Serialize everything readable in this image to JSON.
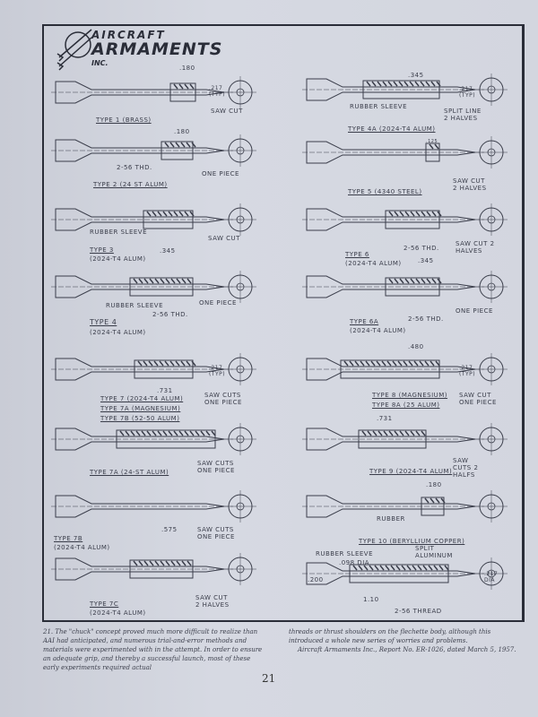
{
  "logo": {
    "line1": "AIRCRAFT",
    "line2": "ARMAMENTS",
    "line3": "INC."
  },
  "left": {
    "type1": {
      "label": "TYPE 1 (BRASS)",
      "dim": ".180",
      "dim2": ".217 (TYP)",
      "note": "SAW CUT"
    },
    "type2": {
      "label": "TYPE 2 (24 ST ALUM)",
      "dim": ".180",
      "note": "2-56 THD.",
      "note2": "ONE PIECE"
    },
    "type3": {
      "label": "TYPE 3",
      "material": "(2024-T4 ALUM)",
      "note": "RUBBER SLEEVE",
      "note2": "SAW CUT",
      "dim": ".345"
    },
    "type4": {
      "label": "TYPE 4",
      "material": "(2024-T4 ALUM)",
      "note": "RUBBER SLEEVE",
      "note2": "2-56 THD.",
      "note3": "ONE PIECE"
    },
    "type7": {
      "label1": "TYPE 7 (2024-T4 ALUM)",
      "label2": "TYPE 7A (MAGNESIUM)",
      "label3": "TYPE 7B (52-50 ALUM)",
      "dim": ".731",
      "dim2": ".217 (TYP)",
      "note": "SAW CUTS ONE PIECE"
    },
    "type7a": {
      "label": "TYPE 7A (24-ST ALUM)",
      "note": "SAW CUTS ONE PIECE"
    },
    "type7b": {
      "label": "TYPE 7B",
      "material": "(2024-T4 ALUM)",
      "dim": ".575",
      "note": "SAW CUTS ONE PIECE"
    },
    "type7c": {
      "label": "TYPE 7C",
      "material": "(2024-T4 ALUM)",
      "note": "SAW CUT 2 HALVES"
    }
  },
  "right": {
    "type4a": {
      "label": "TYPE 4A (2024-T4 ALUM)",
      "dim": ".345",
      "dim2": ".217 (TYP)",
      "note": "RUBBER SLEEVE",
      "note2": "SPLIT LINE 2 HALVES"
    },
    "type5": {
      "label": "TYPE 5 (4340 STEEL)",
      "dim": ".125",
      "note": "SAW CUT 2 HALVES"
    },
    "type6": {
      "label": "TYPE 6",
      "material": "(2024-T4 ALUM)",
      "note": "2-56 THD.",
      "note2": "SAW CUT 2 HALVES",
      "dim": ".345"
    },
    "type6a": {
      "label": "TYPE 6A",
      "material": "(2024-T4 ALUM)",
      "note": "2-56 THD.",
      "note2": "ONE PIECE"
    },
    "type8": {
      "label1": "TYPE 8 (MAGNESIUM)",
      "label2": "TYPE 8A (25 ALUM)",
      "dim": ".480",
      "dim2": ".217 (TYP)",
      "note": "SAW CUT ONE PIECE"
    },
    "type9": {
      "label": "TYPE 9 (2024-T4 ALUM)",
      "dim": ".731",
      "note": "SAW CUTS 2 HALFS"
    },
    "type10": {
      "label": "TYPE 10 (BERYLLIUM COPPER)",
      "dim": ".180",
      "note": "RUBBER",
      "note2": "RUBBER SLEEVE",
      "note3": ".098 DIA",
      "note4": "SPLIT ALUMINUM",
      "note5": ".200",
      "note6": "1.10",
      "note7": ".217 DIA",
      "note8": "2-56 THREAD"
    }
  },
  "caption": {
    "col1": "21. The \"chuck\" concept proved much more difficult to realize than AAI had anticipated, and numerous trial-and-error methods and materials were experimented with in the attempt. In order to ensure an adequate grip, and thereby a successful launch, most of these early experiments required actual",
    "col2": "threads or thrust shoulders on the flechette body, although this introduced a whole new series of worries and problems.",
    "source": "Aircraft Armaments Inc., Report No. ER-1026, dated March 5, 1957."
  },
  "page_number": "21"
}
